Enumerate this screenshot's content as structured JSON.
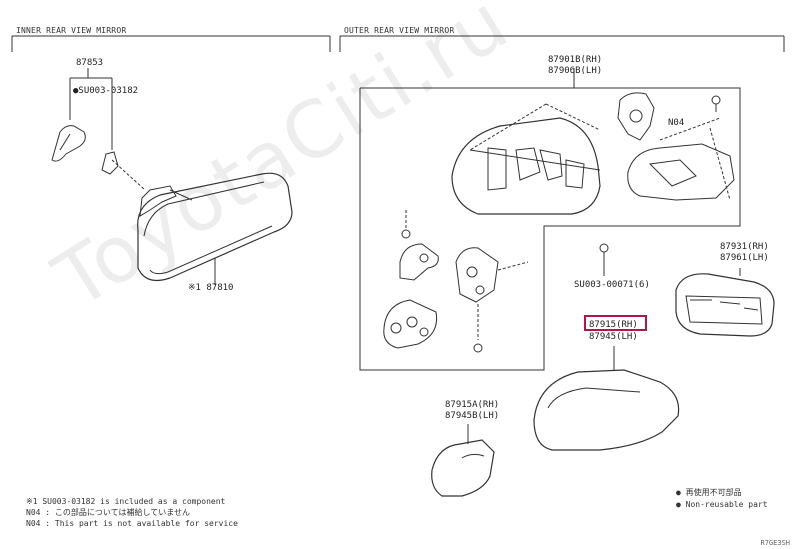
{
  "sections": {
    "inner": "INNER REAR VIEW MIRROR",
    "outer": "OUTER REAR VIEW MIRROR"
  },
  "parts": {
    "p87853": "87853",
    "su003_03182": "SU003-03182",
    "p87810": "※1 87810",
    "p87901b": "87901B(RH)",
    "p87906b": "87906B(LH)",
    "n04": "N04",
    "su003_00071": "SU003-00071(6)",
    "p87931": "87931(RH)",
    "p87961": "87961(LH)",
    "p87915": "87915(RH)",
    "p87945": "87945(LH)",
    "p87915a": "87915A(RH)",
    "p87945b": "87945B(LH)"
  },
  "watermark": "ToyotaCiti.ru",
  "notes": [
    "※1  SU003-03182 is included as a component",
    "N04 : この部品については補給していません",
    "N04 : This part is not available for service"
  ],
  "legend": [
    "● 再使用不可部品",
    "● Non-reusable part"
  ],
  "figure_code": "R7GE3SH",
  "colors": {
    "highlight": "#b0164a"
  }
}
